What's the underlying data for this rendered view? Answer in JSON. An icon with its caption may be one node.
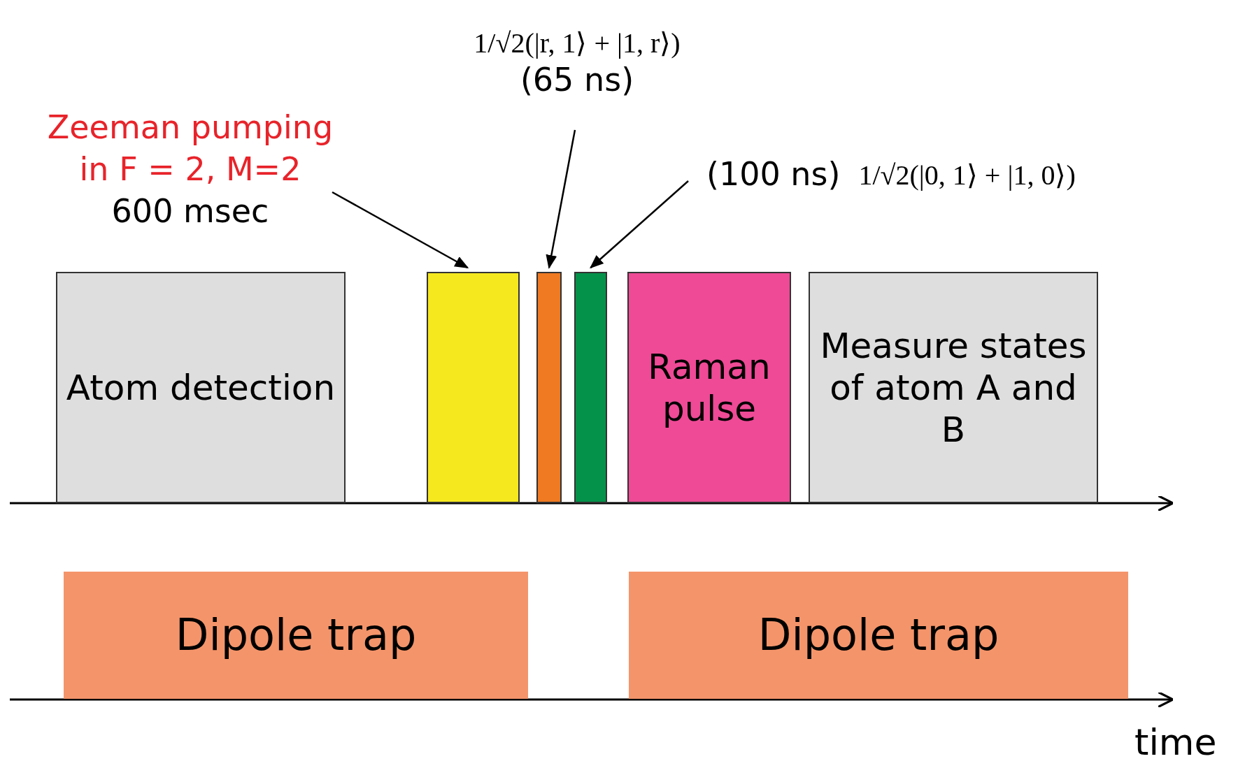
{
  "diagram": {
    "nodes": [
      {
        "text": [
          "Zeeman pumping in F = 2, M=2",
          "600 msec"
        ]
      },
      {
        "text": [
          "1/√2(|r, 1⟩ + |1, r⟩)",
          "(65 ns)"
        ]
      },
      {
        "text": [
          "(100 ns)",
          "1/√2(|0, 1⟩ + |1, 0⟩)"
        ]
      },
      {
        "text": [
          "Atom detection"
        ]
      },
      {
        "text": [],
        "shape": "box"
      },
      {
        "text": [],
        "shape": "box"
      },
      {
        "text": [],
        "shape": "box"
      },
      {
        "text": [
          "Raman pulse"
        ]
      },
      {
        "text": [
          "Measure states of atom A and B"
        ]
      },
      {
        "text": [
          "Dipole trap"
        ]
      },
      {
        "text": [
          "Dipole trap"
        ]
      }
    ],
    "edges": [
      {
        "from": 0,
        "to": 4,
        "arrow": "to"
      },
      {
        "from": 1,
        "to": 5,
        "arrow": "to"
      },
      {
        "from": 2,
        "to": 6,
        "arrow": "to"
      }
    ],
    "labels": [
      "time"
    ]
  }
}
